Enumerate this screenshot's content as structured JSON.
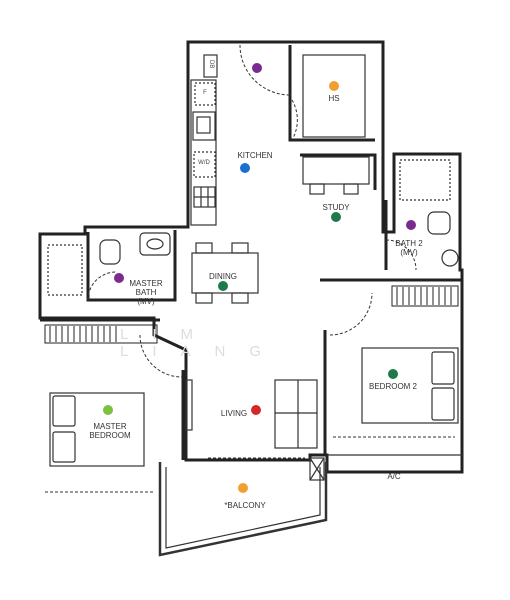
{
  "rooms": {
    "kitchen": "KITCHEN",
    "hs": "HS",
    "study": "STUDY",
    "dining": "DINING",
    "master_bath": "MASTER\nBATH\n(MV)",
    "bath2": "BATH 2\n(MV)",
    "living": "LIVING",
    "master_bedroom": "MASTER\nBEDROOM",
    "bedroom2": "BEDROOM 2",
    "balcony": "*BALCONY",
    "ac": "A/C"
  },
  "fixtures": {
    "fridge": "F",
    "washer_dryer": "W/D",
    "db": "DB"
  },
  "watermark": "LIM LIANG",
  "colors": {
    "wall": "#222222",
    "purple_dot": "#7b2a8e",
    "orange_dot": "#f0a030",
    "blue_dot": "#1a6fd0",
    "green_dot": "#1f7a4a",
    "lime_dot": "#7ac142",
    "red_dot": "#d62828"
  }
}
